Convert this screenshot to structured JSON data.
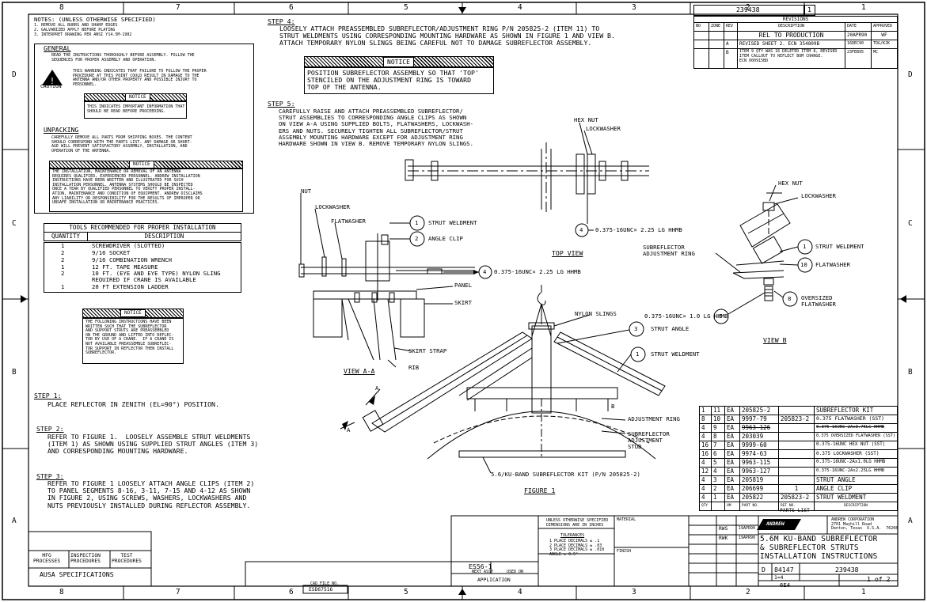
{
  "zones": {
    "top": [
      "8",
      "7",
      "6",
      "5",
      "4",
      "3",
      "2",
      "1"
    ],
    "bottom": [
      "8",
      "7",
      "6",
      "5",
      "4",
      "3",
      "2",
      "1"
    ],
    "left": [
      "D",
      "C",
      "B",
      "A"
    ],
    "right": [
      "D",
      "C",
      "B",
      "A"
    ]
  },
  "notes": {
    "header": "NOTES: (UNLESS OTHERWISE SPECIFIED)",
    "lines": [
      "1. REMOVE ALL BURRS AND SHARP EDGES",
      "2. GALVANIZED APPLY BEFORE PLATING",
      "3. INTERPRET DRAWING PER ANSI Y14.5M-1982"
    ],
    "general_title": "GENERAL",
    "general_text": "READ THE INSTRUCTIONS THOROUGHLY BEFORE ASSEMBLY. FOLLOW THE\nSEQUENCES FOR PROPER ASSEMBLY AND OPERATION.",
    "caution_label": "CAUTION",
    "caution_text": "THIS WARNING INDICATES THAT FAILURE TO FOLLOW THE PROPER\nPROCEDURE AT THIS POINT COULD RESULT IN DAMAGE TO THE\nANTENNA AND/OR OTHER PROPERTY AND POSSIBLE INJURY TO\nPERSONNEL.",
    "notice_label": "NOTICE",
    "notice1_text": "THIS INDICATES IMPORTANT INFORMATION THAT\nSHOULD BE READ BEFORE PROCEEDING.",
    "unpacking_title": "UNPACKING",
    "unpacking_text": "CAREFULLY REMOVE ALL PARTS FROM SHIPPING BOXES. THE CONTENT\nSHOULD CORRESPOND WITH THE PARTS LIST. ANY DAMAGE OR SHORT-\nAGE WILL PREVENT SATISFACTORY ASSEMBLY, INSTALLATION, AND\nOPERATION OF THE ANTENNA.",
    "notice2_text": "THE INSTALLATION, MAINTENANCE OR REMOVAL OF AN ANTENNA\nREQUIRES QUALIFIED, EXPERIENCED PERSONNEL. ANDREW INSTALLATION\nINSTRUCTIONS HAVE BEEN WRITTEN AND ILLUSTRATED FOR SUCH\nINSTALLATION PERSONNEL. ANTENNA SYSTEMS SHOULD BE INSPECTED\nONCE A YEAR BY QUALIFIED PERSONNEL TO VERIFY PROPER INSTALL-\nATION, MAINTENANCE AND CONDITION OF EQUIPMENT. ANDREW DISCLAIMS\nANY LIABILITY OR RESPONSIBILITY FOR THE RESULTS OF IMPROPER OR\nUNSAFE INSTALLATION OR MAINTENANCE PRACTICES."
  },
  "tools": {
    "title": "TOOLS RECOMMENDED FOR PROPER INSTALLATION",
    "headers": [
      "QUANTITY",
      "DESCRIPTION"
    ],
    "rows": [
      [
        "1",
        "SCREWDRIVER (SLOTTED)"
      ],
      [
        "2",
        "9/16 SOCKET"
      ],
      [
        "2",
        "9/16 COMBINATION WRENCH"
      ],
      [
        "1",
        "12 FT. TAPE MEASURE"
      ],
      [
        "2",
        "10 FT. (EYE AND EYE TYPE) NYLON SLING\nREQUIRED IF CRANE IS AVAILABLE"
      ],
      [
        "1",
        "20 FT EXTENSION LADDER"
      ]
    ]
  },
  "notice3_text": "THE FOLLOWING INSTRUCTIONS HAVE BEEN\nWRITTEN SUCH THAT THE SUBREFLECTOR\nAND SUPPORT STRUTS ARE PREASSEMBLED\nON THE GROUND AND LIFTED INTO REFLEC-\nTOR BY USE OF A CRANE.  IF A CRANE IS\nNOT AVAILABLE PREASSEMBLE SUBREFLEC-\nTOR SUPPORT IN REFLECTOR THEN INSTALL\nSUBREFLECTOR.",
  "steps": {
    "step1_title": "STEP 1:",
    "step1_text": "PLACE REFLECTOR IN ZENITH (EL=90°) POSITION.",
    "step2_title": "STEP 2:",
    "step2_text": "REFER TO FIGURE 1.  LOOSELY ASSEMBLE STRUT WELDMENTS\n(ITEM 1) AS SHOWN USING SUPPLIED STRUT ANGLES (ITEM 3)\nAND CORRESPONDING MOUNTING HARDWARE.",
    "step3_title": "STEP 3:",
    "step3_text": "REFER TO FIGURE 1 LOOSELY ATTACH ANGLE CLIPS (ITEM 2)\nTO PANEL SEGMENTS 8-16, 3-11, 7-15 AND 4-12 AS SHOWN\nIN FIGURE 2, USING SCREWS, WASHERS, LOCKWASHERS AND\nNUTS PREVIOUSLY INSTALLED DURING REFLECTOR ASSEMBLY.",
    "step4_title": "STEP 4:",
    "step4_text": "LOOSELY ATTACH PREASSEMBLED SUBREFLECTOR/ADJUSTMENT RING P/N 205825-2 (ITEM 11) TO\nSTRUT WELDMENTS USING CORRESPONDING MOUNTING HARDWARE AS SHOWN IN FIGURE 1 AND VIEW B.\nATTACH TEMPORARY NYLON SLINGS BEING CAREFUL NOT TO DAMAGE SUBREFLECTOR ASSEMBLY.",
    "step4_notice": "POSITION SUBREFLECTOR ASSEMBLY SO THAT 'TOP'\nSTENCILED ON THE ADJUSTMENT RING IS TOWARD\nTOP OF THE ANTENNA.",
    "step5_title": "STEP 5:",
    "step5_text": "CAREFULLY RAISE AND ATTACH PREASSEMBLED SUBREFLECTOR/\nSTRUT ASSEMBLIES TO CORRESPONDING ANGLE CLIPS AS SHOWN\nON VIEW A-A USING SUPPLIED BOLTS, FLATWASHERS, LOCKWASH-\nERS AND NUTS. SECURELY TIGHTEN ALL SUBREFLECTOR/STRUT\nASSEMBLY MOUNTING HARDWARE EXCEPT FOR ADJUSTMENT RING\nHARDWARE SHOWN IN VIEW B. REMOVE TEMPORARY NYLON SLINGS."
  },
  "callouts": {
    "nut": "NUT",
    "lockwasher": "LOCKWASHER",
    "flatwasher": "FLATWASHER",
    "strut_weldment": "STRUT WELDMENT",
    "angle_clip": "ANGLE CLIP",
    "bolt_225": "0.375-16UNC× 2.25 LG HHMB",
    "panel": "PANEL",
    "skirt": "SKIRT",
    "skirt_strap": "SKIRT STRAP",
    "rib": "RIB",
    "view_aa": "VIEW A-A",
    "hex_nut": "HEX NUT",
    "top_view": "TOP VIEW",
    "nylon_slings": "NYLON SLINGS",
    "strut_angle": "STRUT ANGLE",
    "bolt_10": "0.375-16UNC× 1.0 LG HHMB",
    "adjustment_ring": "ADJUSTMENT RING",
    "subreflector_stud": "SUBREFLECTOR\nADJUSTMENT\nSTUD",
    "kit_label": "5.6/KU-BAND SUBREFLECTOR KIT (P/N 205825-2)",
    "figure1": "FIGURE 1",
    "sub_adj_ring": "SUBREFLECTOR\nADJUSTMENT RING",
    "oversized_flatwasher": "OVERSIZED\nFLATWASHER",
    "view_b": "VIEW B",
    "section_a": "A",
    "b_mark": "B",
    "n1": "1",
    "n2": "2",
    "n3": "3",
    "n4": "4",
    "n5": "5",
    "n8": "8",
    "n10": "10"
  },
  "drawing_no": "239438",
  "sheet_box": "1",
  "revisions": {
    "title": "REVISIONS",
    "headers": [
      "NO",
      "ZONE",
      "REV",
      "DESCRIPTION",
      "DATE",
      "APPROVED"
    ],
    "rel": "REL TO PRODUCTION",
    "rel_date": "20APR90",
    "rel_appr": "WF",
    "rowA_rev": "A",
    "rowA_desc": "REVISED SHEET 2.   ECN 354809B",
    "rowA_date": "16DEC90",
    "rowA_appr": "TDG/KJK",
    "rowB_rev": "B",
    "rowB_desc": "ITEM 9 QTY WAS 16 DELETED ITEM 8, REVISED\nITEM CALLOUT TO REFLECT BOM CHANGE.\nECN 000915BD",
    "rowB_date": "23FEB95",
    "rowB_appr": "MC"
  },
  "parts": {
    "title": "PARTS LIST",
    "headers": [
      "QTY",
      "UM",
      "PART NO.",
      "REF NO.",
      "DESCRIPTION"
    ],
    "rows": [
      [
        "1",
        "11",
        "EA",
        "205825-2",
        "",
        "SUBREFLECTOR KIT"
      ],
      [
        "8",
        "10",
        "EA",
        "9997-79",
        "205823-2",
        "0.375 FLATWASHER (SST)"
      ],
      [
        "4",
        "9",
        "EA",
        "9963-126",
        "",
        "0.375-16UNC-2Ax3.75LG HHMB"
      ],
      [
        "4",
        "8",
        "EA",
        "203039",
        "",
        "0.375 OVERSIZED FLATWASHER (SST)"
      ],
      [
        "16",
        "7",
        "EA",
        "9999-60",
        "",
        "0.375-16UNC HEX NUT (SST)"
      ],
      [
        "16",
        "6",
        "EA",
        "9974-63",
        "",
        "0.375 LOCKWASHER (SST)"
      ],
      [
        "4",
        "5",
        "EA",
        "9963-115",
        "",
        "0.375-16UNC-2Ax1.0LG HHMB"
      ],
      [
        "12",
        "4",
        "EA",
        "9963-127",
        "",
        "0.375-16UNC-2Ax2.25LG HHMB"
      ],
      [
        "4",
        "3",
        "EA",
        "205819",
        "",
        "STRUT ANGLE"
      ],
      [
        "4",
        "2",
        "EA",
        "206699",
        "1",
        "ANGLE CLIP"
      ],
      [
        "4",
        "1",
        "EA",
        "205822",
        "205823-2",
        "STRUT WELDMENT"
      ]
    ]
  },
  "title_block": {
    "unless": "UNLESS OTHERWISE SPECIFIED\nDIMENSIONS ARE IN INCHES",
    "tolerances_title": "TOLERANCES",
    "tolerances": "1 PLACE DECIMALS ± .1\n2 PLACE DECIMALS ± .03\n3 PLACE DECIMALS ± .010\nANGLE ± 0.5°",
    "material": "MATERIAL",
    "finish": "FINISH",
    "company": "ANDREW CORPORATION\n2701 Mayhill Road\nDenton, Texas  U.S.A.  76208",
    "logo": "ANDREW",
    "title_lines": [
      "5.6M KU-BAND SUBREFLECTOR",
      "& SUBREFLECTOR STRUTS",
      "INSTALLATION INSTRUCTIONS"
    ],
    "size": "D",
    "fscm": "84147",
    "dwg_no": "239438",
    "scale": "1=4",
    "sheet": "1 of 2",
    "es_no": "ES56-1",
    "next_assy": "NEXT ASSY",
    "used_on": "USED ON",
    "application": "APPLICATION",
    "cad_file": "CAD FILE NO.",
    "cad_val": "ESD67516",
    "proc_labels": [
      "MFG\nPROCESSES",
      "INSPECTION\nPROCEDURES",
      "TEST\nPROCEDURES"
    ],
    "ausa": "AUSA SPECIFICATIONS",
    "drawn": "RWS",
    "checked": "RWK",
    "date1": "19APR90",
    "date2": "19APR90",
    "mark": "6E4"
  }
}
